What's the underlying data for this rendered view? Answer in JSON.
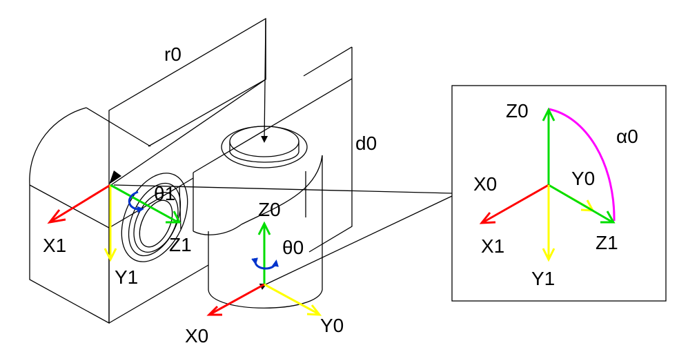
{
  "labels": {
    "r0": "r0",
    "d0": "d0",
    "x1": "X1",
    "y1": "Y1",
    "z1": "Z1",
    "theta1": "θ1",
    "x0": "X0",
    "y0": "Y0",
    "z0": "Z0",
    "theta0": "θ0",
    "inset_z0": "Z0",
    "inset_x0": "X0",
    "inset_y0": "Y0",
    "inset_alpha0": "α0",
    "inset_x1": "X1",
    "inset_z1": "Z1",
    "inset_y1": "Y1"
  },
  "colors": {
    "x_axis": "#ff0000",
    "y_axis": "#ffff00",
    "z_axis": "#00dd00",
    "rotation": "#0033cc",
    "alpha_arc": "#ff00ff",
    "outline": "#000000"
  }
}
